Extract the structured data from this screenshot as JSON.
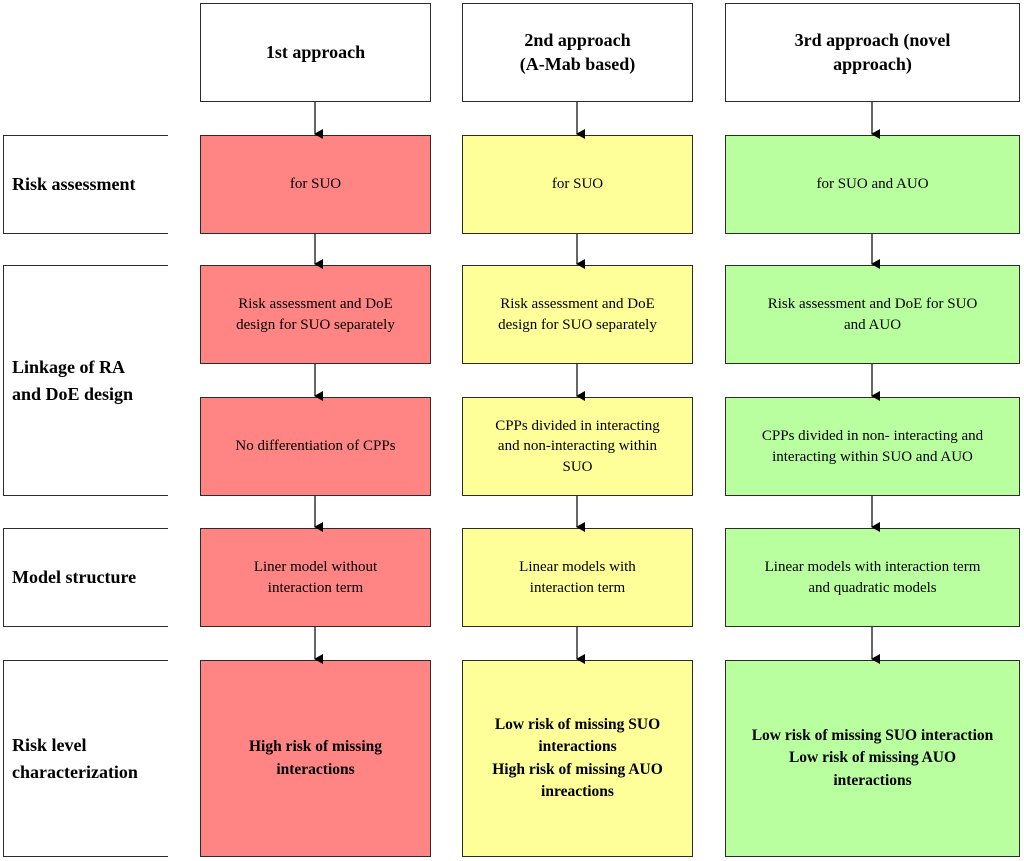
{
  "columns": [
    {
      "header": [
        "1st approach"
      ]
    },
    {
      "header": [
        "2nd approach",
        "(A-Mab based)"
      ]
    },
    {
      "header": [
        "3rd approach (novel",
        "approach)"
      ]
    }
  ],
  "rows": {
    "risk_assessment": "Risk assessment",
    "linkage": [
      "Linkage of RA",
      "and DoE design"
    ],
    "model_structure": "Model structure",
    "risk_level": [
      "Risk level",
      "characterization"
    ]
  },
  "cells": {
    "col1": {
      "risk_assessment": [
        "for SUO"
      ],
      "linkage_design": [
        "Risk assessment and DoE",
        "design for SUO separately"
      ],
      "linkage_cpps": [
        "No differentiation of CPPs"
      ],
      "model_structure": [
        "Liner model without",
        "interaction term"
      ],
      "risk_level": [
        "High risk of  missing",
        "interactions"
      ]
    },
    "col2": {
      "risk_assessment": [
        "for SUO"
      ],
      "linkage_design": [
        "Risk assessment and DoE",
        "design for SUO separately"
      ],
      "linkage_cpps": [
        "CPPs divided in interacting",
        "and non-interacting within",
        "SUO"
      ],
      "model_structure": [
        "Linear models with",
        "interaction term"
      ],
      "risk_level": [
        "Low risk of missing SUO",
        "interactions",
        "High risk of missing AUO",
        "inreactions"
      ]
    },
    "col3": {
      "risk_assessment": [
        "for SUO and AUO"
      ],
      "linkage_design": [
        "Risk assessment and DoE for SUO",
        "and AUO"
      ],
      "linkage_cpps": [
        "CPPs  divided in non- interacting and",
        "interacting within SUO and AUO"
      ],
      "model_structure": [
        "Linear models with interaction term",
        "and quadratic models"
      ],
      "risk_level": [
        "Low risk of missing SUO interaction",
        "Low risk of missing AUO",
        "interactions"
      ]
    }
  },
  "colors": {
    "col1": "#ff8585",
    "col2": "#ffff99",
    "col3": "#b9ffa0",
    "border": "#2b2b2b"
  }
}
